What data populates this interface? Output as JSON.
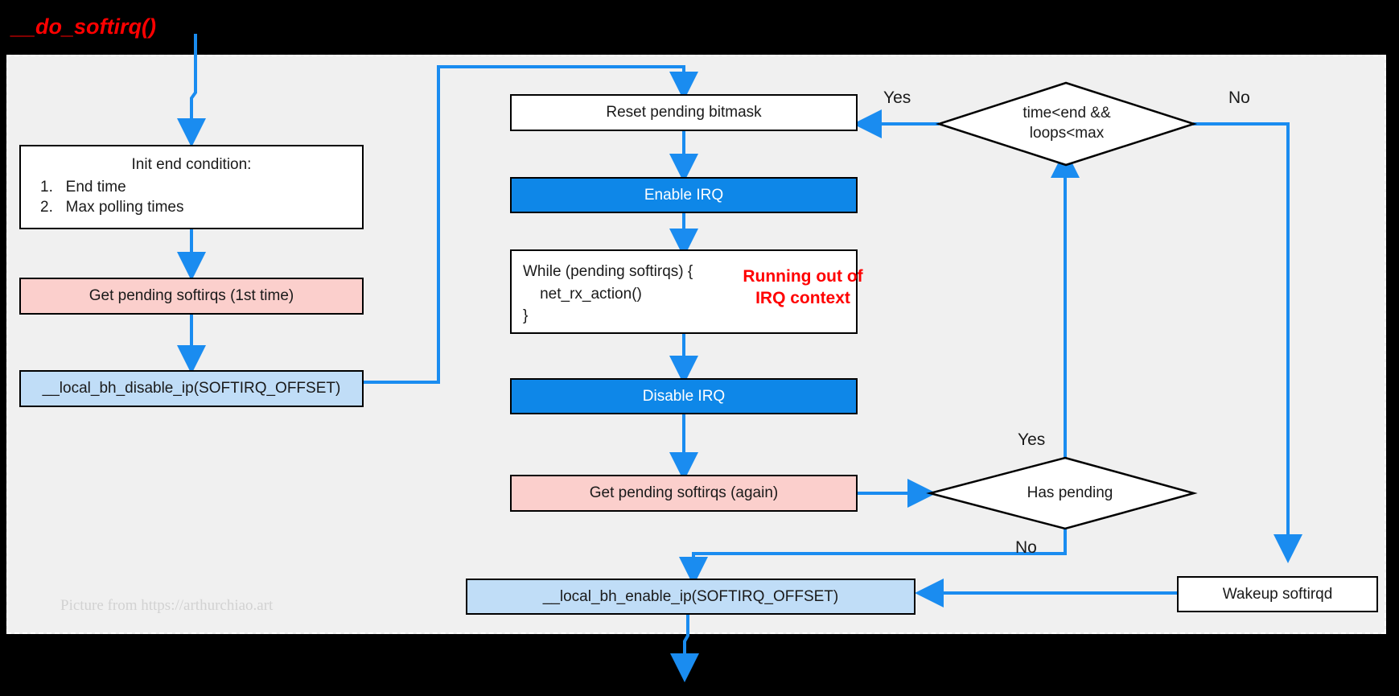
{
  "diagram": {
    "title": "__do_softirq()",
    "watermark": "Picture from https://arthurchiao.art",
    "colors": {
      "accent_arrow": "#1a8cf0",
      "panel_background": "#f0f0f0",
      "page_background": "#000000",
      "title_red": "#ff0000",
      "node_pink": "#fbcfcc",
      "node_light_blue": "#c0ddf7",
      "node_blue": "#0e87e8",
      "node_white": "#ffffff",
      "node_border": "#000000"
    },
    "nodes": {
      "init_end_condition": {
        "header": "Init end condition:",
        "items": [
          "1.   End time",
          "2.   Max polling times"
        ]
      },
      "get_pending_first": "Get pending softirqs (1st time)",
      "local_bh_disable": "__local_bh_disable_ip(SOFTIRQ_OFFSET)",
      "reset_bitmask": "Reset pending bitmask",
      "enable_irq": "Enable IRQ",
      "while_loop": {
        "line1": "While (pending softirqs) {",
        "line2": "    net_rx_action()",
        "line3": "}",
        "annotation": "Running out of\nIRQ context"
      },
      "disable_irq": "Disable IRQ",
      "get_pending_again": "Get pending softirqs (again)",
      "local_bh_enable": "__local_bh_enable_ip(SOFTIRQ_OFFSET)",
      "wakeup_softirqd": "Wakeup softirqd"
    },
    "decisions": {
      "time_loops": "time<end &&\nloops<max",
      "has_pending": "Has pending"
    },
    "edge_labels": {
      "time_loops_yes": "Yes",
      "time_loops_no": "No",
      "has_pending_yes": "Yes",
      "has_pending_no": "No"
    }
  }
}
